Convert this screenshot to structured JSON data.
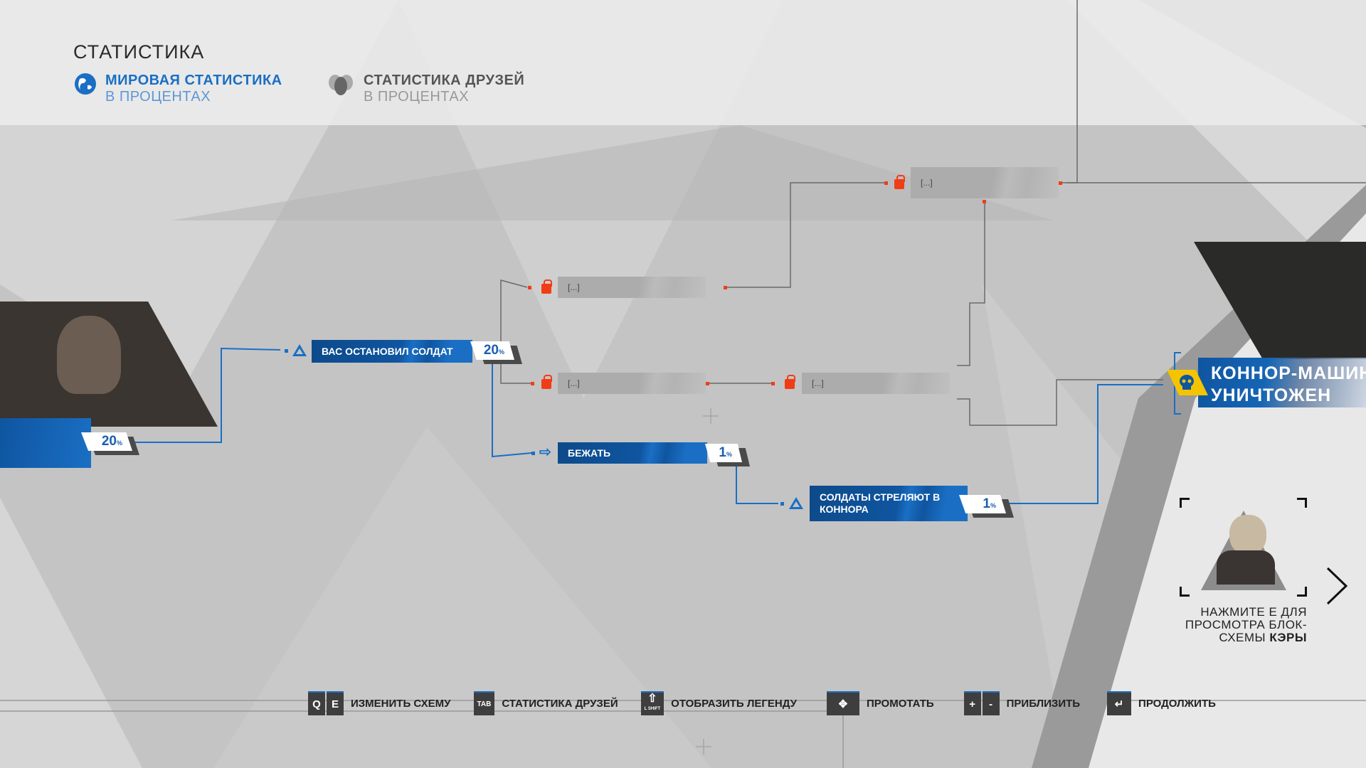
{
  "header": {
    "title": "СТАТИСТИКА",
    "tabs": [
      {
        "label": "МИРОВАЯ СТАТИСТИКА",
        "sub": "В ПРОЦЕНТАХ",
        "icon": "globe-icon",
        "active": true
      },
      {
        "label": "СТАТИСТИКА ДРУЗЕЙ",
        "sub": "В ПРОЦЕНТАХ",
        "icon": "friends-icon",
        "active": false
      }
    ]
  },
  "flow": {
    "start_pct": "20",
    "pct_sign": "%",
    "nodes": {
      "stopped": {
        "label": "ВАС ОСТАНОВИЛ СОЛДАТ",
        "pct": "20"
      },
      "locked1": {
        "label": "[...]"
      },
      "locked2": {
        "label": "[...]"
      },
      "locked3": {
        "label": "[...]"
      },
      "locked4": {
        "label": "[...]"
      },
      "run": {
        "label": "БЕЖАТЬ",
        "pct": "1"
      },
      "shoot": {
        "label": "СОЛДАТЫ СТРЕЛЯЮТ В КОННОРА",
        "pct": "1"
      },
      "ending": {
        "label1": "КОННОР-МАШИНА",
        "label2": "УНИЧТОЖЕН"
      }
    }
  },
  "kara": {
    "line1": "НАЖМИТЕ Е ДЛЯ",
    "line2": "ПРОСМОТРА БЛОК-",
    "line3": "СХЕМЫ ",
    "name": "КЭРЫ"
  },
  "footer": [
    {
      "keys": [
        "Q",
        "E"
      ],
      "label": "ИЗМЕНИТЬ СХЕМУ"
    },
    {
      "keys": [
        "TAB"
      ],
      "label": "СТАТИСТИКА ДРУЗЕЙ"
    },
    {
      "keys": [
        "⇧"
      ],
      "keysub": "L SHIFT",
      "label": "ОТОБРАЗИТЬ ЛЕГЕНДУ"
    },
    {
      "keys": [
        "✥"
      ],
      "label": "ПРОМОТАТЬ"
    },
    {
      "keys": [
        "+",
        "-"
      ],
      "label": "ПРИБЛИЗИТЬ"
    },
    {
      "keys": [
        "↵"
      ],
      "label": "ПРОДОЛЖИТЬ"
    }
  ],
  "colors": {
    "accent": "#1a6fc4",
    "locked": "#f03d16",
    "ending": "#f5c400"
  }
}
